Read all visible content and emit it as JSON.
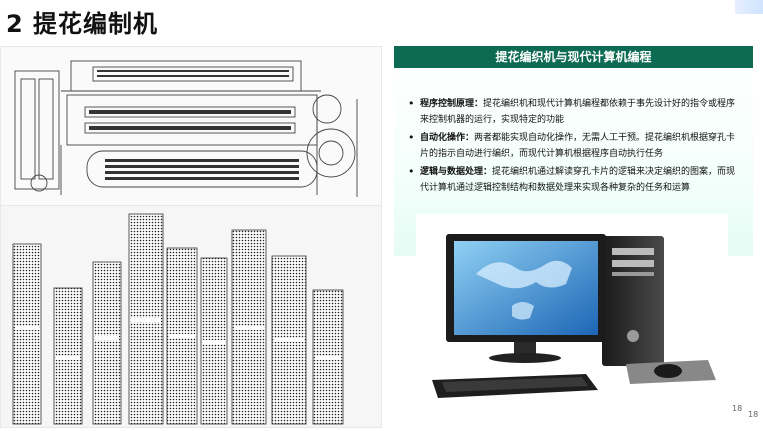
{
  "slide": {
    "title": "2 提花编制机",
    "page_number": "18"
  },
  "panel": {
    "header": "提花编织机与现代计算机编程",
    "bullets": [
      {
        "term": "程序控制原理：",
        "text": "提花编织机和现代计算机编程都依赖于事先设计好的指令或程序来控制机器的运行，实现特定的功能"
      },
      {
        "term": "自动化操作：",
        "text": "两者都能实现自动化操作，无需人工干预。提花编织机根据穿孔卡片的指示自动进行编织，而现代计算机根据程序自动执行任务"
      },
      {
        "term": "逻辑与数据处理：",
        "text": "提花编织机通过解读穿孔卡片的逻辑来决定编织的图案，而现代计算机通过逻辑控制结构和数据处理来实现各种复杂的任务和运算"
      }
    ]
  },
  "colors": {
    "header_bg": "#0e6b53",
    "sky": "#3e8fd0"
  }
}
